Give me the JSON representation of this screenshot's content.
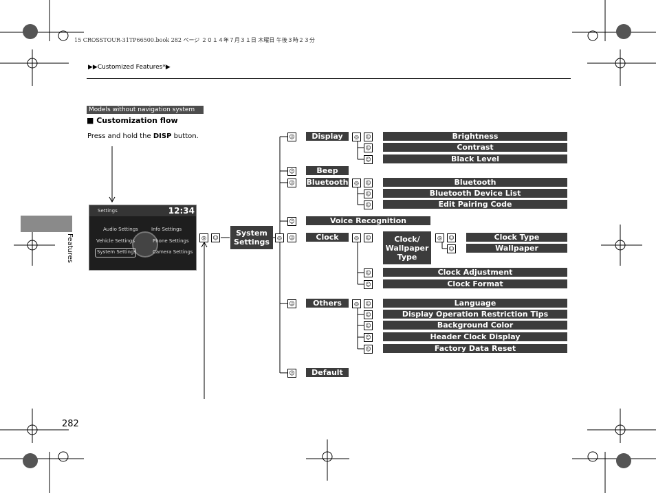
{
  "header": {
    "print_info": "15 CROSSTOUR-31TP66500.book  282 ページ  ２０１４年７月３１日  木曜日  午後３時２３分",
    "breadcrumb": "▶▶Customized Features*▶"
  },
  "labels": {
    "models": "Models without navigation system",
    "flow_title": "■ Customization flow",
    "press_prefix": "Press and hold the ",
    "press_bold": "DISP",
    "press_suffix": " button.",
    "side_tab": "Features",
    "page_number": "282"
  },
  "screen": {
    "title": "Settings",
    "clock": "12:34",
    "items": [
      "Audio Settings",
      "Info Settings",
      "Vehicle Settings",
      "Phone Settings",
      "System Settings",
      "Camera Settings"
    ]
  },
  "flow": {
    "system_settings": "System Settings",
    "display": "Display",
    "beep": "Beep",
    "bluetooth": "Bluetooth",
    "voice_recognition": "Voice Recognition",
    "clock": "Clock",
    "others": "Others",
    "default": "Default",
    "display_items": [
      "Brightness",
      "Contrast",
      "Black Level"
    ],
    "bluetooth_items": [
      "Bluetooth",
      "Bluetooth Device List",
      "Edit Pairing Code"
    ],
    "clock_wallpaper_type": "Clock/ Wallpaper Type",
    "clock_type_items": [
      "Clock Type",
      "Wallpaper"
    ],
    "clock_items": [
      "Clock Adjustment",
      "Clock Format"
    ],
    "others_items": [
      "Language",
      "Display Operation Restriction Tips",
      "Background Color",
      "Header Clock Display",
      "Factory Data Reset"
    ]
  },
  "icons": {
    "rotate": "rotate-knob-icon",
    "press": "press-knob-icon"
  }
}
